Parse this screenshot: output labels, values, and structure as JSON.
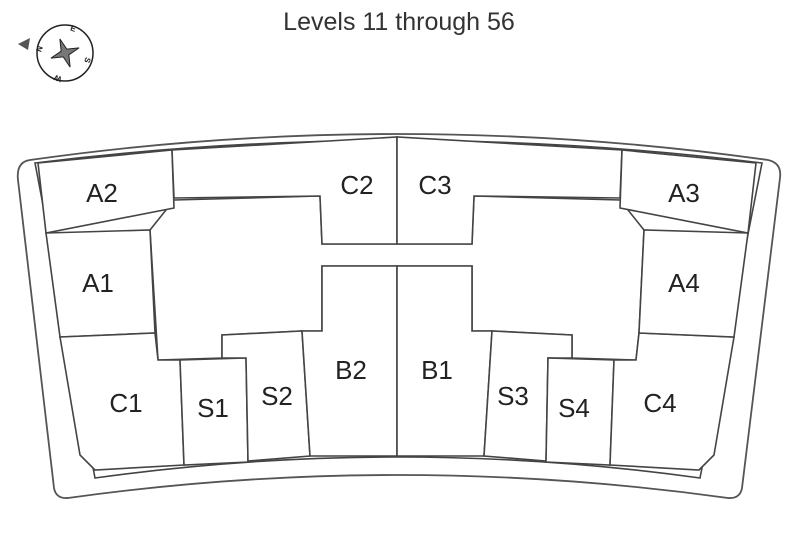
{
  "title": "Levels 11 through 56",
  "compass": {
    "labels": [
      "N",
      "E",
      "S",
      "W"
    ]
  },
  "units": {
    "A2": "A2",
    "A1": "A1",
    "C1": "C1",
    "S1": "S1",
    "S2": "S2",
    "B2": "B2",
    "C2": "C2",
    "C3": "C3",
    "B1": "B1",
    "S3": "S3",
    "S4": "S4",
    "C4": "C4",
    "A3": "A3",
    "A4": "A4"
  }
}
